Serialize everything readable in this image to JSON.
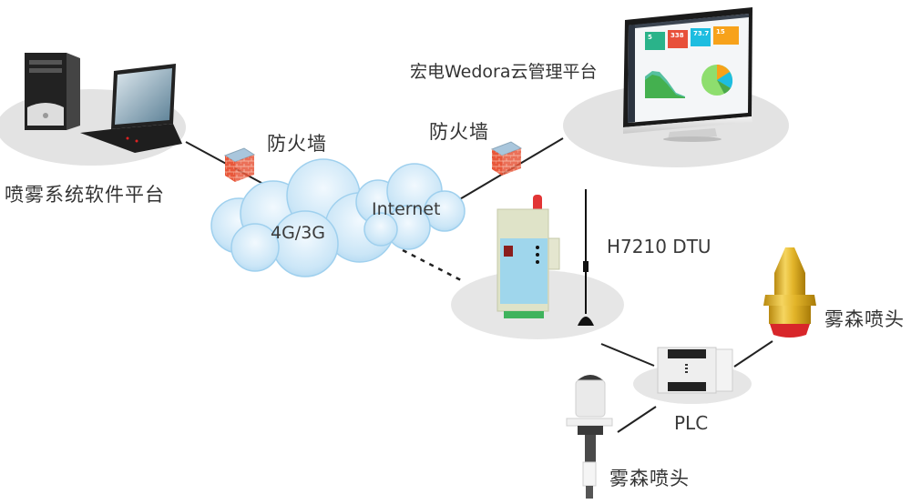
{
  "diagram": {
    "title": "喷雾系统网络拓扑",
    "nodes": {
      "software_platform": {
        "label": "喷雾系统软件平台"
      },
      "firewall_left": {
        "label": "防火墙"
      },
      "firewall_right": {
        "label": "防火墙"
      },
      "cloud_platform": {
        "label": "宏电Wedora云管理平台"
      },
      "cloud_4g": {
        "label": "4G/3G"
      },
      "cloud_internet": {
        "label": "Internet"
      },
      "dtu": {
        "label": "H7210 DTU"
      },
      "plc": {
        "label": "PLC"
      },
      "nozzle_right": {
        "label": "雾森喷头"
      },
      "nozzle_bottom": {
        "label": "雾森喷头"
      }
    },
    "dashboard": {
      "cards": [
        {
          "value": "5",
          "color": "#2ab38a"
        },
        {
          "value": "338",
          "color": "#e8503a"
        },
        {
          "value": "73.7",
          "color": "#1ebde0"
        },
        {
          "value": "15",
          "color": "#f7a21b"
        }
      ],
      "pie_colors": [
        "#8ede6e",
        "#f7a21b",
        "#1ebde0",
        "#4aa84a"
      ]
    },
    "edges": [
      {
        "from": "software_platform",
        "to": "cloud_4g",
        "style": "solid"
      },
      {
        "from": "cloud_internet",
        "to": "cloud_platform",
        "style": "solid"
      },
      {
        "from": "cloud_4g",
        "to": "dtu",
        "style": "dashed"
      },
      {
        "from": "dtu",
        "to": "plc",
        "style": "solid"
      },
      {
        "from": "plc",
        "to": "nozzle_right",
        "style": "solid"
      },
      {
        "from": "plc",
        "to": "nozzle_bottom",
        "style": "solid"
      }
    ],
    "colors": {
      "platform_ellipse": "#e4e4e4",
      "cloud_fill": "#cfe8f7",
      "cloud_edge": "#9fd0ee",
      "firewall_brick": "#e2553a",
      "firewall_cap": "#a9c6dc",
      "dtu_face": "#9fd6ec",
      "dtu_body": "#dfe3c8"
    }
  }
}
